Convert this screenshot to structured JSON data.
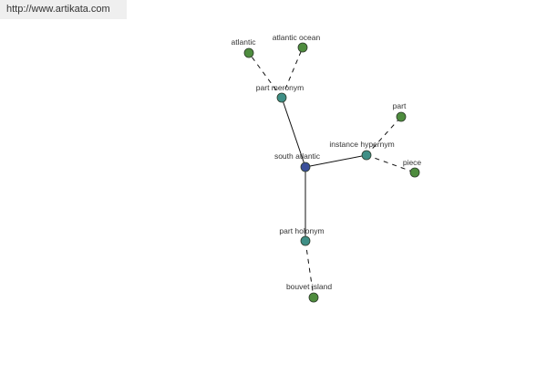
{
  "header": {
    "url": "http://www.artikata.com"
  },
  "colors": {
    "center_fill": "#3a4f9a",
    "relation_fill": "#3f8f86",
    "leaf_fill": "#4e8c3e",
    "node_stroke": "#2d3a2a",
    "edge": "#111111"
  },
  "graph": {
    "nodes": [
      {
        "id": "south-atlantic",
        "label": "south atlantic",
        "kind": "center"
      },
      {
        "id": "part-meronym",
        "label": "part meronym",
        "kind": "relation"
      },
      {
        "id": "instance-hypernym",
        "label": "instance hypernym",
        "kind": "relation"
      },
      {
        "id": "part-holonym",
        "label": "part holonym",
        "kind": "relation"
      },
      {
        "id": "atlantic",
        "label": "atlantic",
        "kind": "leaf"
      },
      {
        "id": "atlantic-ocean",
        "label": "atlantic ocean",
        "kind": "leaf"
      },
      {
        "id": "part",
        "label": "part",
        "kind": "leaf"
      },
      {
        "id": "piece",
        "label": "piece",
        "kind": "leaf"
      },
      {
        "id": "bouvet-island",
        "label": "bouvet island",
        "kind": "leaf"
      }
    ],
    "edges": [
      {
        "from": "south-atlantic",
        "to": "part-meronym",
        "style": "solid"
      },
      {
        "from": "south-atlantic",
        "to": "instance-hypernym",
        "style": "solid"
      },
      {
        "from": "south-atlantic",
        "to": "part-holonym",
        "style": "solid"
      },
      {
        "from": "part-meronym",
        "to": "atlantic",
        "style": "dashed"
      },
      {
        "from": "part-meronym",
        "to": "atlantic-ocean",
        "style": "dashed"
      },
      {
        "from": "instance-hypernym",
        "to": "part",
        "style": "dashed"
      },
      {
        "from": "instance-hypernym",
        "to": "piece",
        "style": "dashed"
      },
      {
        "from": "part-holonym",
        "to": "bouvet-island",
        "style": "dashed"
      }
    ]
  }
}
